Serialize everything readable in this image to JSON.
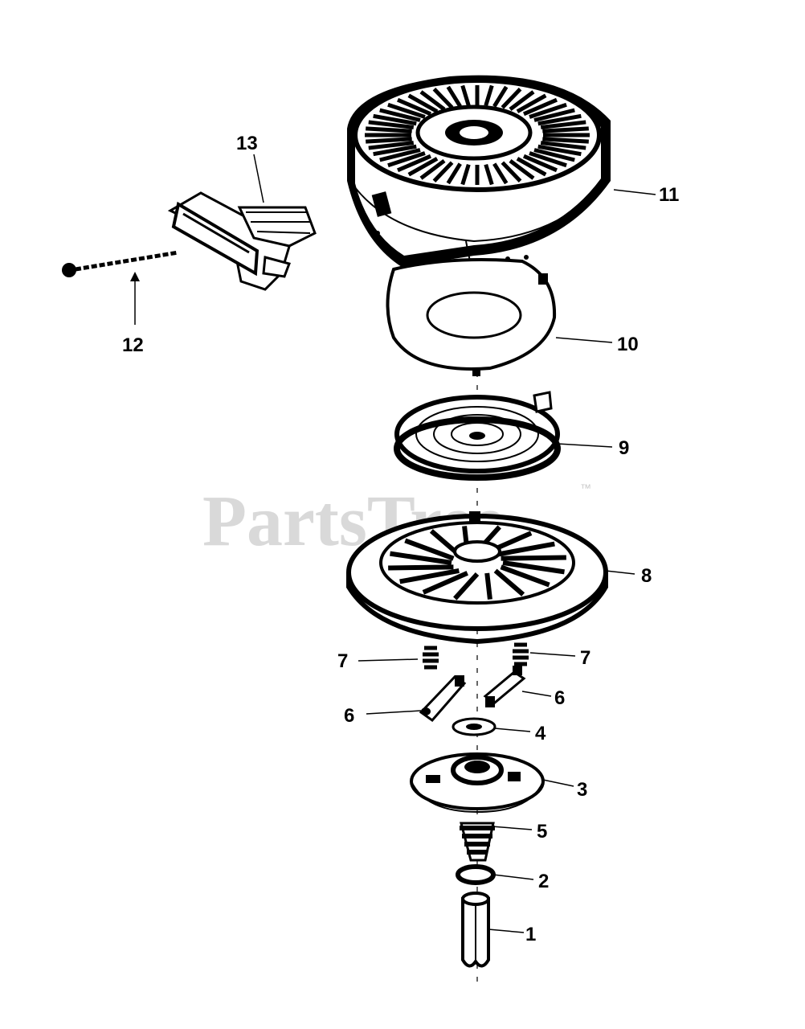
{
  "diagram": {
    "watermark": "PartsTree",
    "trademark": "™",
    "callouts": {
      "p1": "1",
      "p2": "2",
      "p3": "3",
      "p4": "4",
      "p5": "5",
      "p6a": "6",
      "p6b": "6",
      "p7a": "7",
      "p7b": "7",
      "p8": "8",
      "p9": "9",
      "p10": "10",
      "p11": "11",
      "p12": "12",
      "p13": "13"
    }
  }
}
